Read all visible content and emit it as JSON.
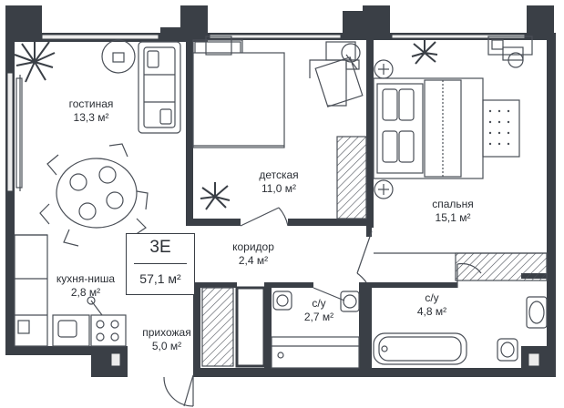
{
  "apartment": {
    "code": "3E",
    "total_area": "57,1 м²"
  },
  "rooms": [
    {
      "id": "living",
      "name": "гостиная",
      "area": "13,3 м²"
    },
    {
      "id": "kids",
      "name": "детская",
      "area": "11,0 м²"
    },
    {
      "id": "bedroom",
      "name": "спальня",
      "area": "15,1 м²"
    },
    {
      "id": "corridor",
      "name": "коридор",
      "area": "2,4 м²"
    },
    {
      "id": "kitchen",
      "name": "кухня-ниша",
      "area": "2,8 м²"
    },
    {
      "id": "bath1",
      "name": "с/у",
      "area": "2,7 м²"
    },
    {
      "id": "bath2",
      "name": "с/у",
      "area": "4,8 м²"
    },
    {
      "id": "hall",
      "name": "прихожая",
      "area": "5,0 м²"
    }
  ],
  "colors": {
    "wall": "#3a3f46",
    "line": "#4a4f57",
    "light": "#9aa0a8",
    "glass": "#ececec"
  }
}
